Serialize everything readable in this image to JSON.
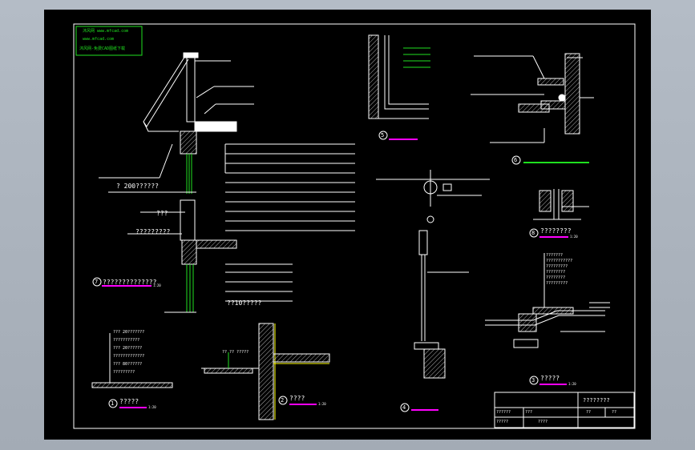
{
  "drawing": {
    "stamp": {
      "line1": "沐风网 www.mfcad.com",
      "line2": "www.mfcad.com",
      "line3": "沐风网-免费CAD图纸下载"
    },
    "details": {
      "d1": {
        "number": "1",
        "title": "?????",
        "scale": "1:20"
      },
      "d2": {
        "number": "2",
        "title": "????",
        "scale": "1:20"
      },
      "d3": {
        "number": "3",
        "title": "?????",
        "scale": "1:20"
      },
      "d4": {
        "number": "4"
      },
      "d5": {
        "number": "5"
      },
      "d6": {
        "number": "6"
      },
      "d7": {
        "number": "7",
        "title": "??????????????",
        "scale": "1:20"
      },
      "d8": {
        "number": "8",
        "title": "????????",
        "scale": "1:20"
      }
    },
    "notes": {
      "n1": "? 200??????",
      "n2": "???",
      "n3": "?????????",
      "n4": "??10?????",
      "n5": "?? ?? ?????"
    },
    "layer_notes_1": [
      "??? 20???????",
      "???????????",
      "??? 20??????",
      "?????????????",
      "??? 80??????",
      "?????????"
    ],
    "layer_notes_3": [
      "???????",
      "???????????",
      "?????????",
      "????????",
      "????????",
      "?????????"
    ],
    "title_block": {
      "drawing_name": "????????",
      "r1": "?????",
      "r2": "???",
      "r3": "????",
      "r4": "??????",
      "r5": "??",
      "r6": "??"
    }
  }
}
